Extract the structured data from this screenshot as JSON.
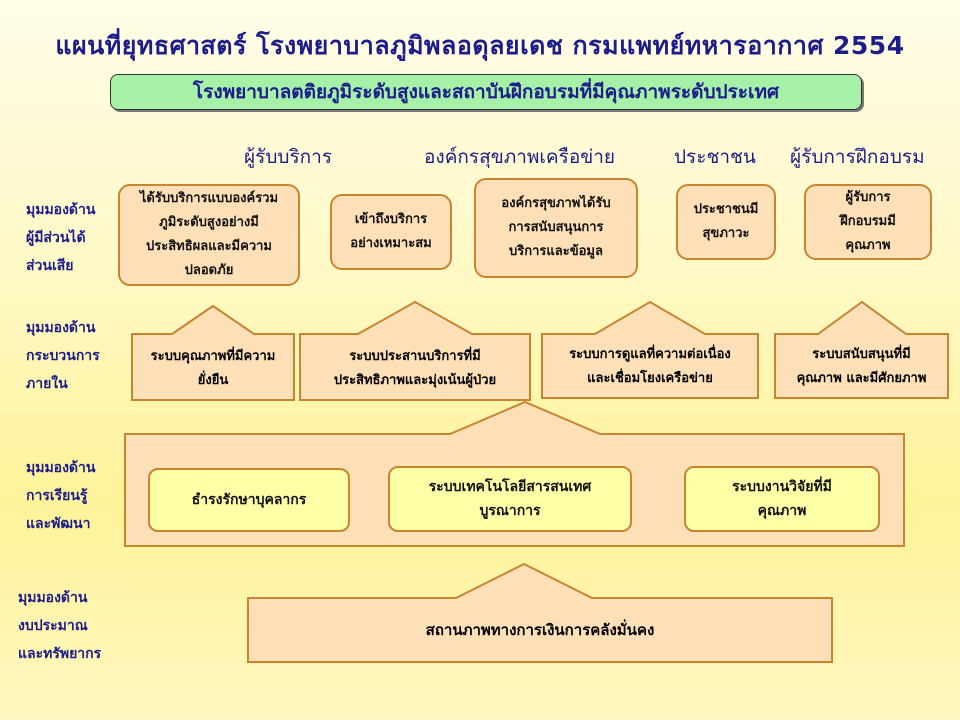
{
  "title": "แผนที่ยุทธศาสตร์ โรงพยาบาลภูมิพลอดุลยเดช กรมแพทย์ทหารอากาศ 2554",
  "vision": "โรงพยาบาลตติยภูมิระดับสูงและสถาบันฝึกอบรมที่มีคุณภาพระดับประเทศ",
  "column_headers": [
    "ผู้รับบริการ",
    "องค์กรสุขภาพเครือข่าย",
    "ประชาชน",
    "ผู้รับการฝึกอบรม"
  ],
  "perspectives": {
    "stakeholder": [
      "มุมมองด้าน",
      "ผู้มีส่วนได้",
      "ส่วนเสีย"
    ],
    "internal": [
      "มุมมองด้าน",
      "กระบวนการ",
      "ภายใน"
    ],
    "learning": [
      "มุมมองด้าน",
      "การเรียนรู้",
      "และพัฒนา"
    ],
    "budget": [
      "มุมมองด้าน",
      "งบประมาณ",
      "และทรัพยากร"
    ]
  },
  "stakeholder_goals": [
    [
      "ได้รับบริการแบบองค์รวม",
      "ภูมิระดับสูงอย่างมี",
      "ประสิทธิผลและมีความ",
      "ปลอดภัย"
    ],
    [
      "เข้าถึงบริการ",
      "อย่างเหมาะสม"
    ],
    [
      "องค์กรสุขภาพได้รับ",
      "การสนับสนุนการ",
      "บริการและข้อมูล"
    ],
    [
      "ประชาชนมี",
      "สุขภาวะ"
    ],
    [
      "ผู้รับการ",
      "ฝึกอบรมมี",
      "คุณภาพ"
    ]
  ],
  "internal_processes": [
    [
      "ระบบคุณภาพที่มีความ",
      "ยั่งยืน"
    ],
    [
      "ระบบประสานบริการที่มี",
      "ประสิทธิภาพและมุ่งเน้นผู้ป่วย"
    ],
    [
      "ระบบการดูแลที่ความต่อเนื่อง",
      "และเชื่อมโยงเครือข่าย"
    ],
    [
      "ระบบสนับสนุนที่มี",
      "คุณภาพ และมีศักยภาพ"
    ]
  ],
  "learning_items": [
    [
      "ธำรงรักษาบุคลากร"
    ],
    [
      "ระบบเทคโนโลยีสารสนเทศ",
      "บูรณาการ"
    ],
    [
      "ระบบงานวิจัยที่มี",
      "คุณภาพ"
    ]
  ],
  "budget_item": "สถานภาพทางการเงินการคลังมั่นคง",
  "colors": {
    "title_text": "#1c1c8a",
    "vision_bg": "#a6f0a8",
    "box_fill": "#fde0b8",
    "box_border": "#c9842f",
    "learning_box_fill": "#ffffa8",
    "background_bottom": "#fff39a"
  }
}
